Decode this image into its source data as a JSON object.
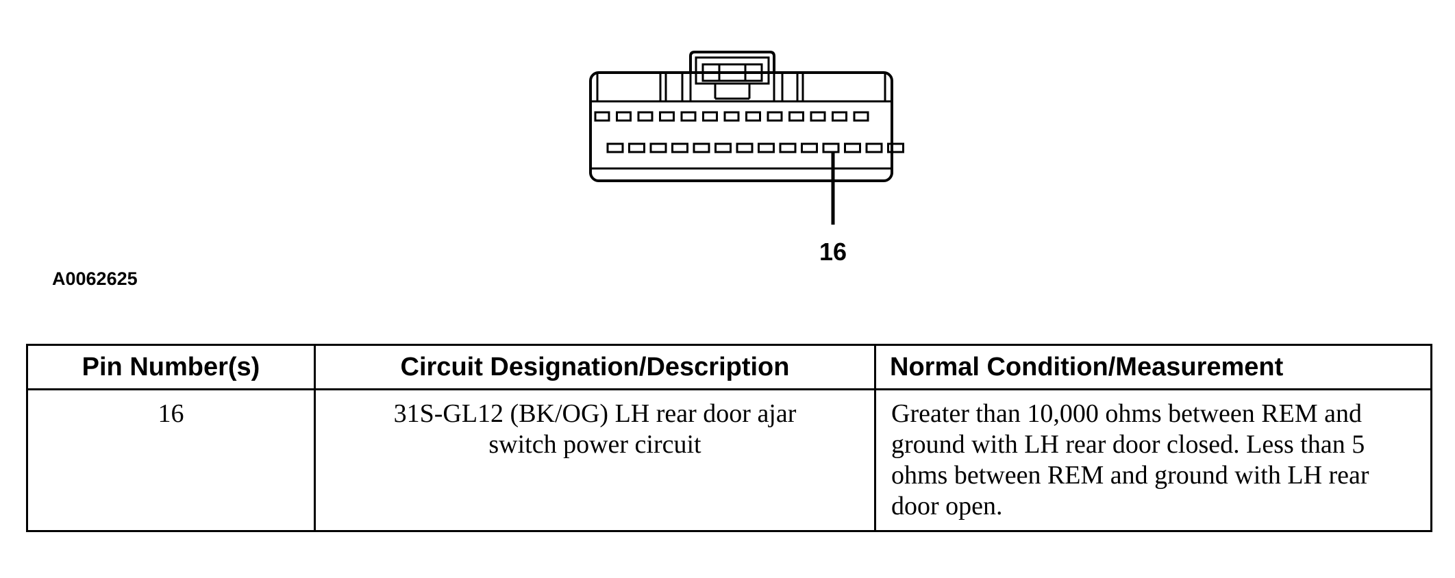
{
  "figure": {
    "callout_label": "16",
    "figure_id": "A0062625"
  },
  "table": {
    "headers": {
      "pin": "Pin Number(s)",
      "circuit": "Circuit Designation/Description",
      "condition": "Normal Condition/Measurement"
    },
    "rows": [
      {
        "pin": "16",
        "circuit_line1": "31S-GL12 (BK/OG) LH rear door ajar",
        "circuit_line2": "switch power circuit",
        "condition": "Greater than 10,000 ohms between REM and ground with LH rear door closed. Less than 5 ohms between REM and ground with LH rear door open."
      }
    ]
  },
  "colors": {
    "line": "#000000",
    "background": "#ffffff"
  }
}
